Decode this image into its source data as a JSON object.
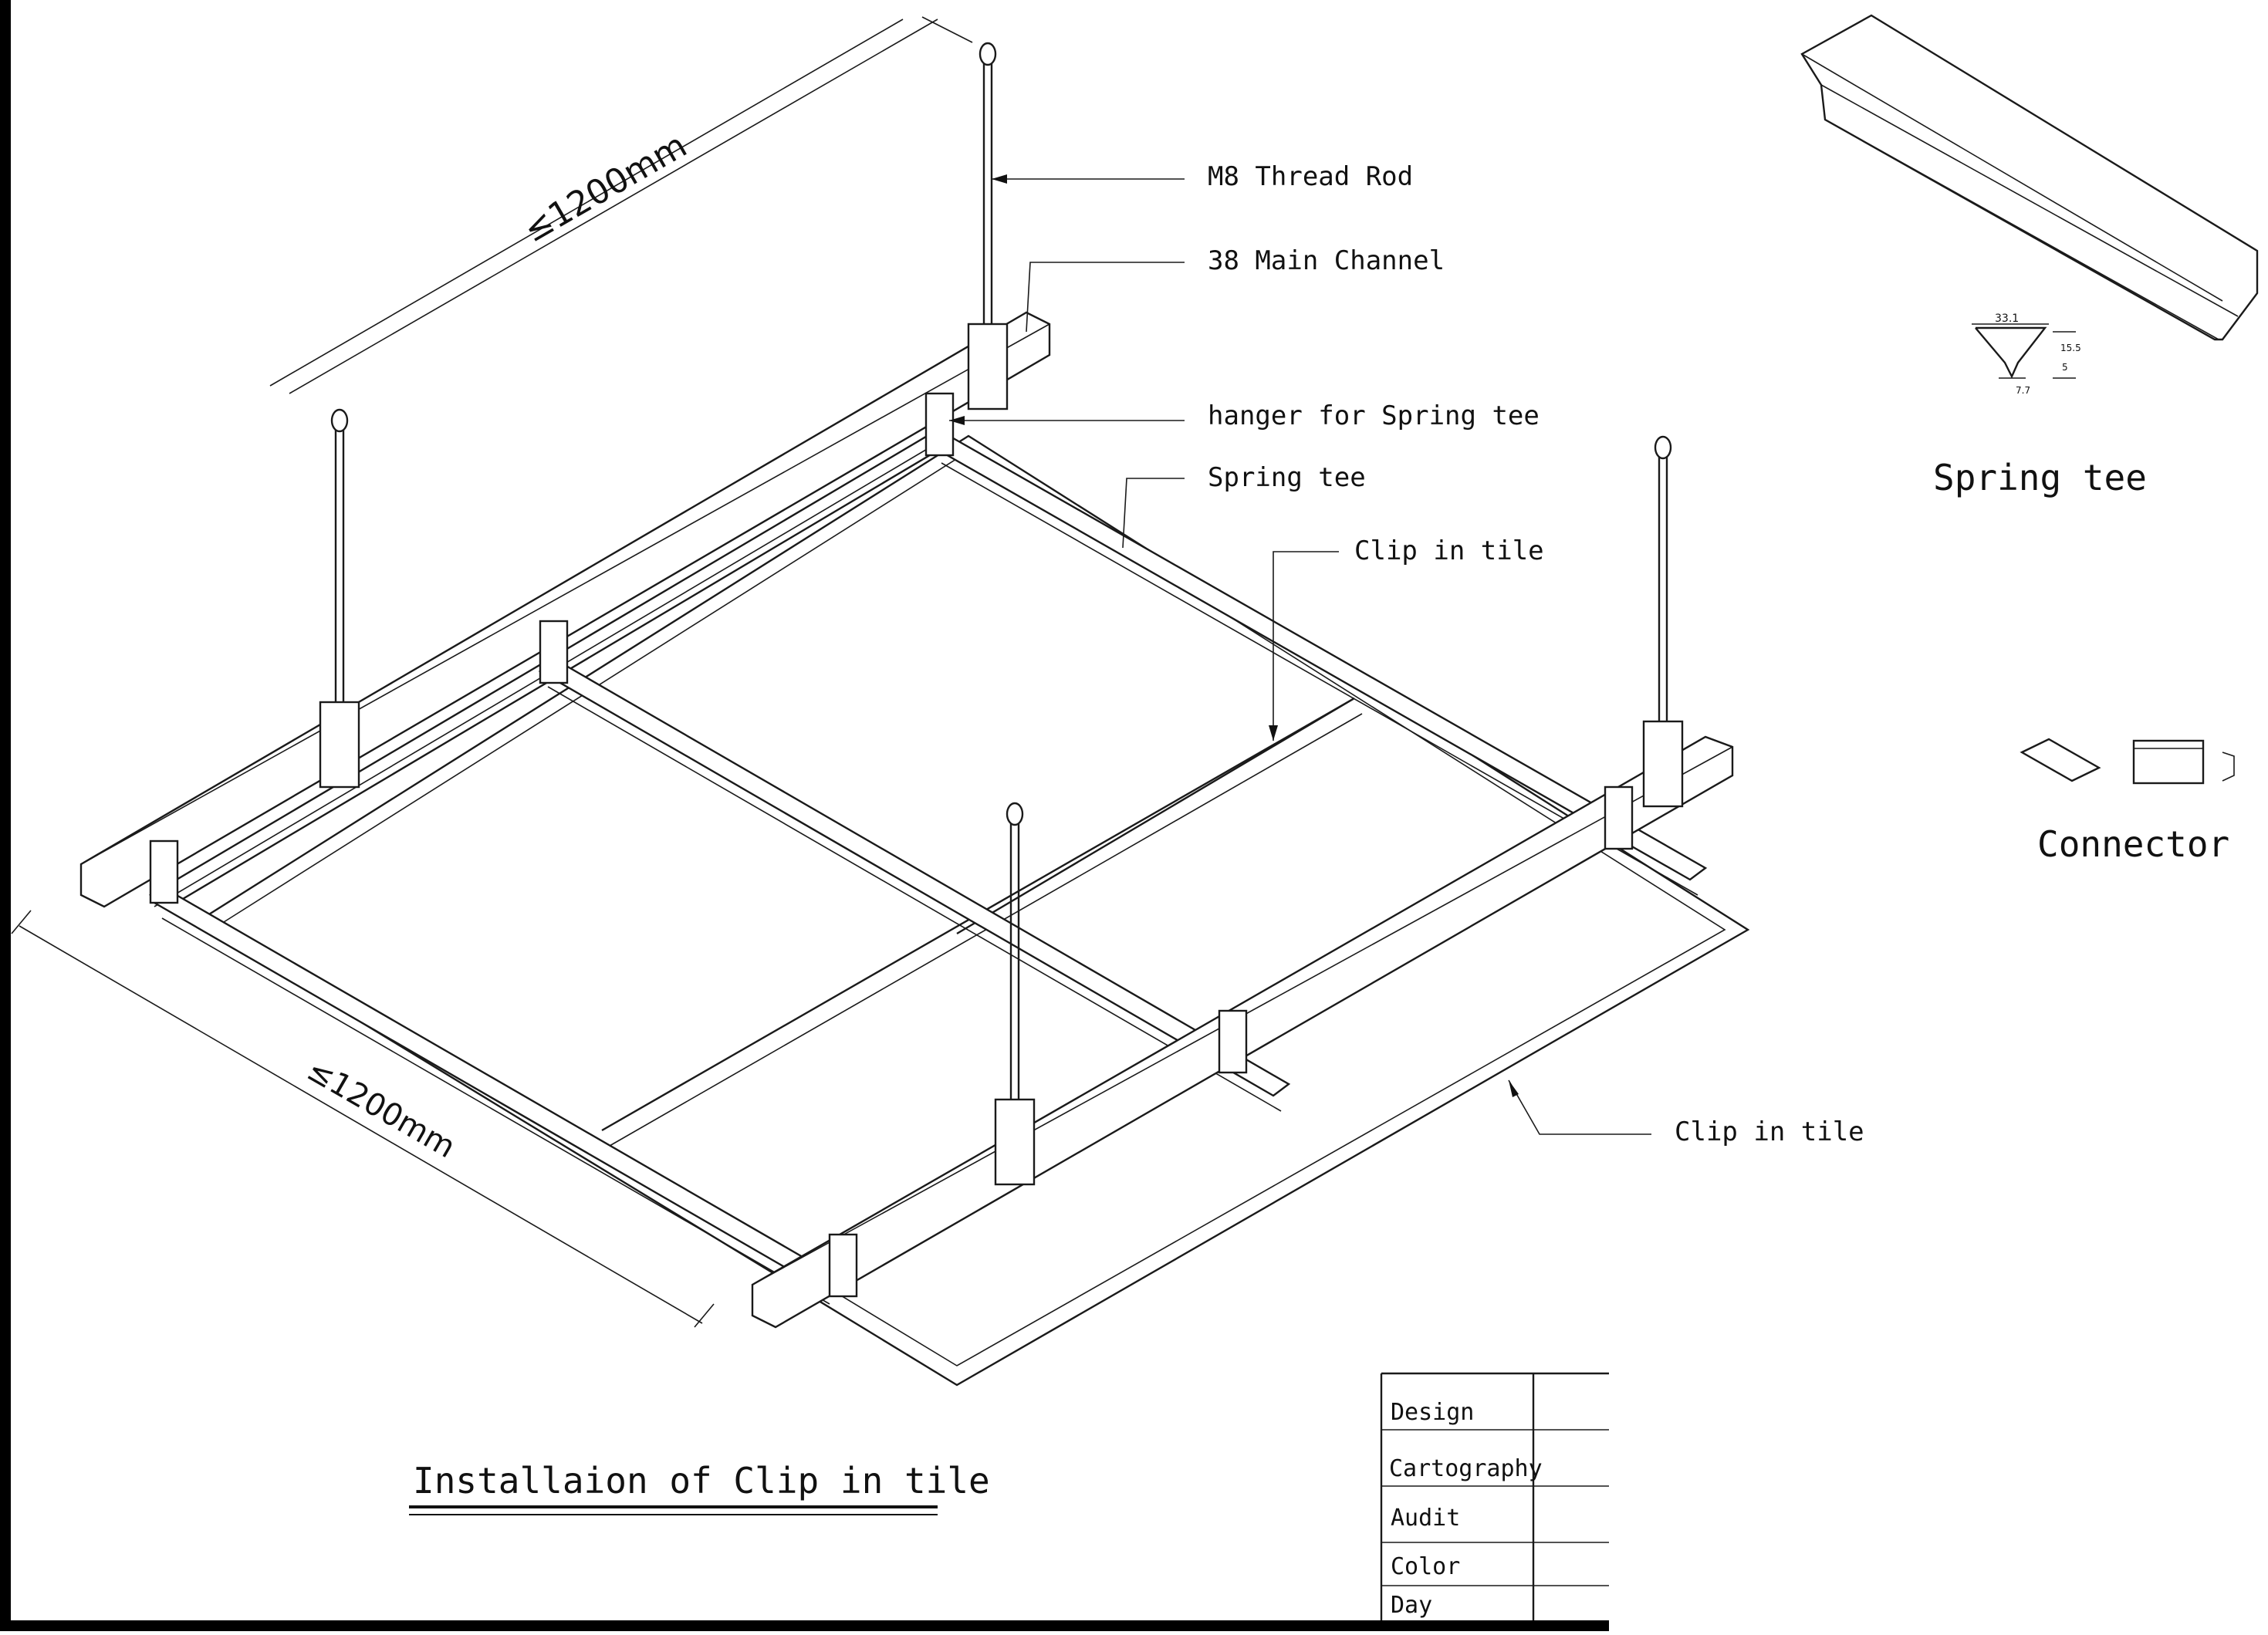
{
  "callouts": {
    "thread_rod": "M8 Thread Rod",
    "main_channel": "38 Main Channel",
    "hanger": "hanger for Spring tee",
    "spring_tee": "Spring tee",
    "clip_tile_upper": "Clip in tile",
    "clip_tile_lower": "Clip in tile"
  },
  "dimensions": {
    "top": "≤1200mm",
    "left": "≤1200mm"
  },
  "details": {
    "spring_tee_title": "Spring tee",
    "connector_title": "Connector",
    "profile_width": "33.1",
    "profile_h1": "15.5",
    "profile_h2": "5",
    "profile_base": "7.7"
  },
  "drawing_title": "Installaion of Clip in tile",
  "title_block": {
    "rows": [
      "Design",
      "Cartography",
      "Audit",
      "Color",
      "Day"
    ]
  }
}
